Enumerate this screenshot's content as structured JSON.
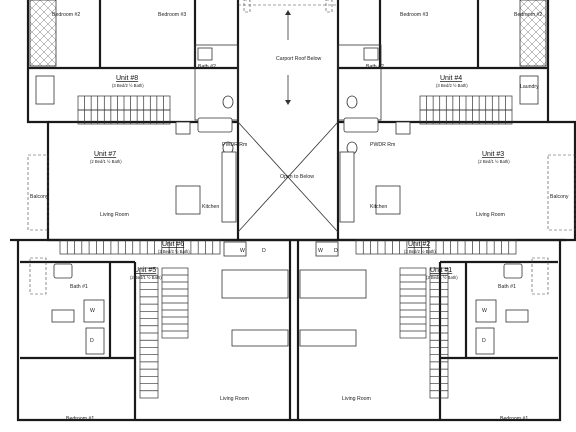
{
  "labels": {
    "bed2_tl": "Bedroom #2",
    "bed3_tl": "Bedroom #3",
    "bed3_tr": "Bedroom #3",
    "bed2_tr": "Bedroom #2",
    "bath2_l": "Bath #2",
    "bath2_r": "Bath #2",
    "carport": "Carport Roof Below",
    "laundry_tr": "Laundry",
    "powder_l": "PWDR Rm",
    "powder_r": "PWDR Rm",
    "open_below": "Open to Below",
    "balcony_l": "Balcony",
    "living_ul": "Living Room",
    "kitchen_l": "Kitchen",
    "kitchen_r": "Kitchen",
    "living_ur": "Living Room",
    "balcony_r": "Balcony",
    "bath1_l": "Bath #1",
    "bath1_r": "Bath #1",
    "living_ll": "Living Room",
    "living_lr": "Living Room",
    "bed1_l": "Bedroom #1",
    "bed1_r": "Bedroom #1"
  },
  "units": [
    {
      "name": "Unit #8",
      "desc": "(3 Bed/2 ½ Bath)"
    },
    {
      "name": "Unit #4",
      "desc": "(3 Bed/2 ½ Bath)"
    },
    {
      "name": "Unit #7",
      "desc": "(2 Bed/1 ½ Bath)"
    },
    {
      "name": "Unit #3",
      "desc": "(2 Bed/1 ½ Bath)"
    },
    {
      "name": "Unit #6",
      "desc": "(3 Bed/2 ½ Bath)"
    },
    {
      "name": "Unit #2",
      "desc": "(3 Bed/2 ½ Bath)"
    },
    {
      "name": "Unit #5",
      "desc": "(2 Bed/1 ½ Bath)"
    },
    {
      "name": "Unit #1",
      "desc": "(2 Bed/1 ½ Bath)"
    }
  ],
  "appliances": {
    "washer": "W",
    "dryer": "D"
  }
}
